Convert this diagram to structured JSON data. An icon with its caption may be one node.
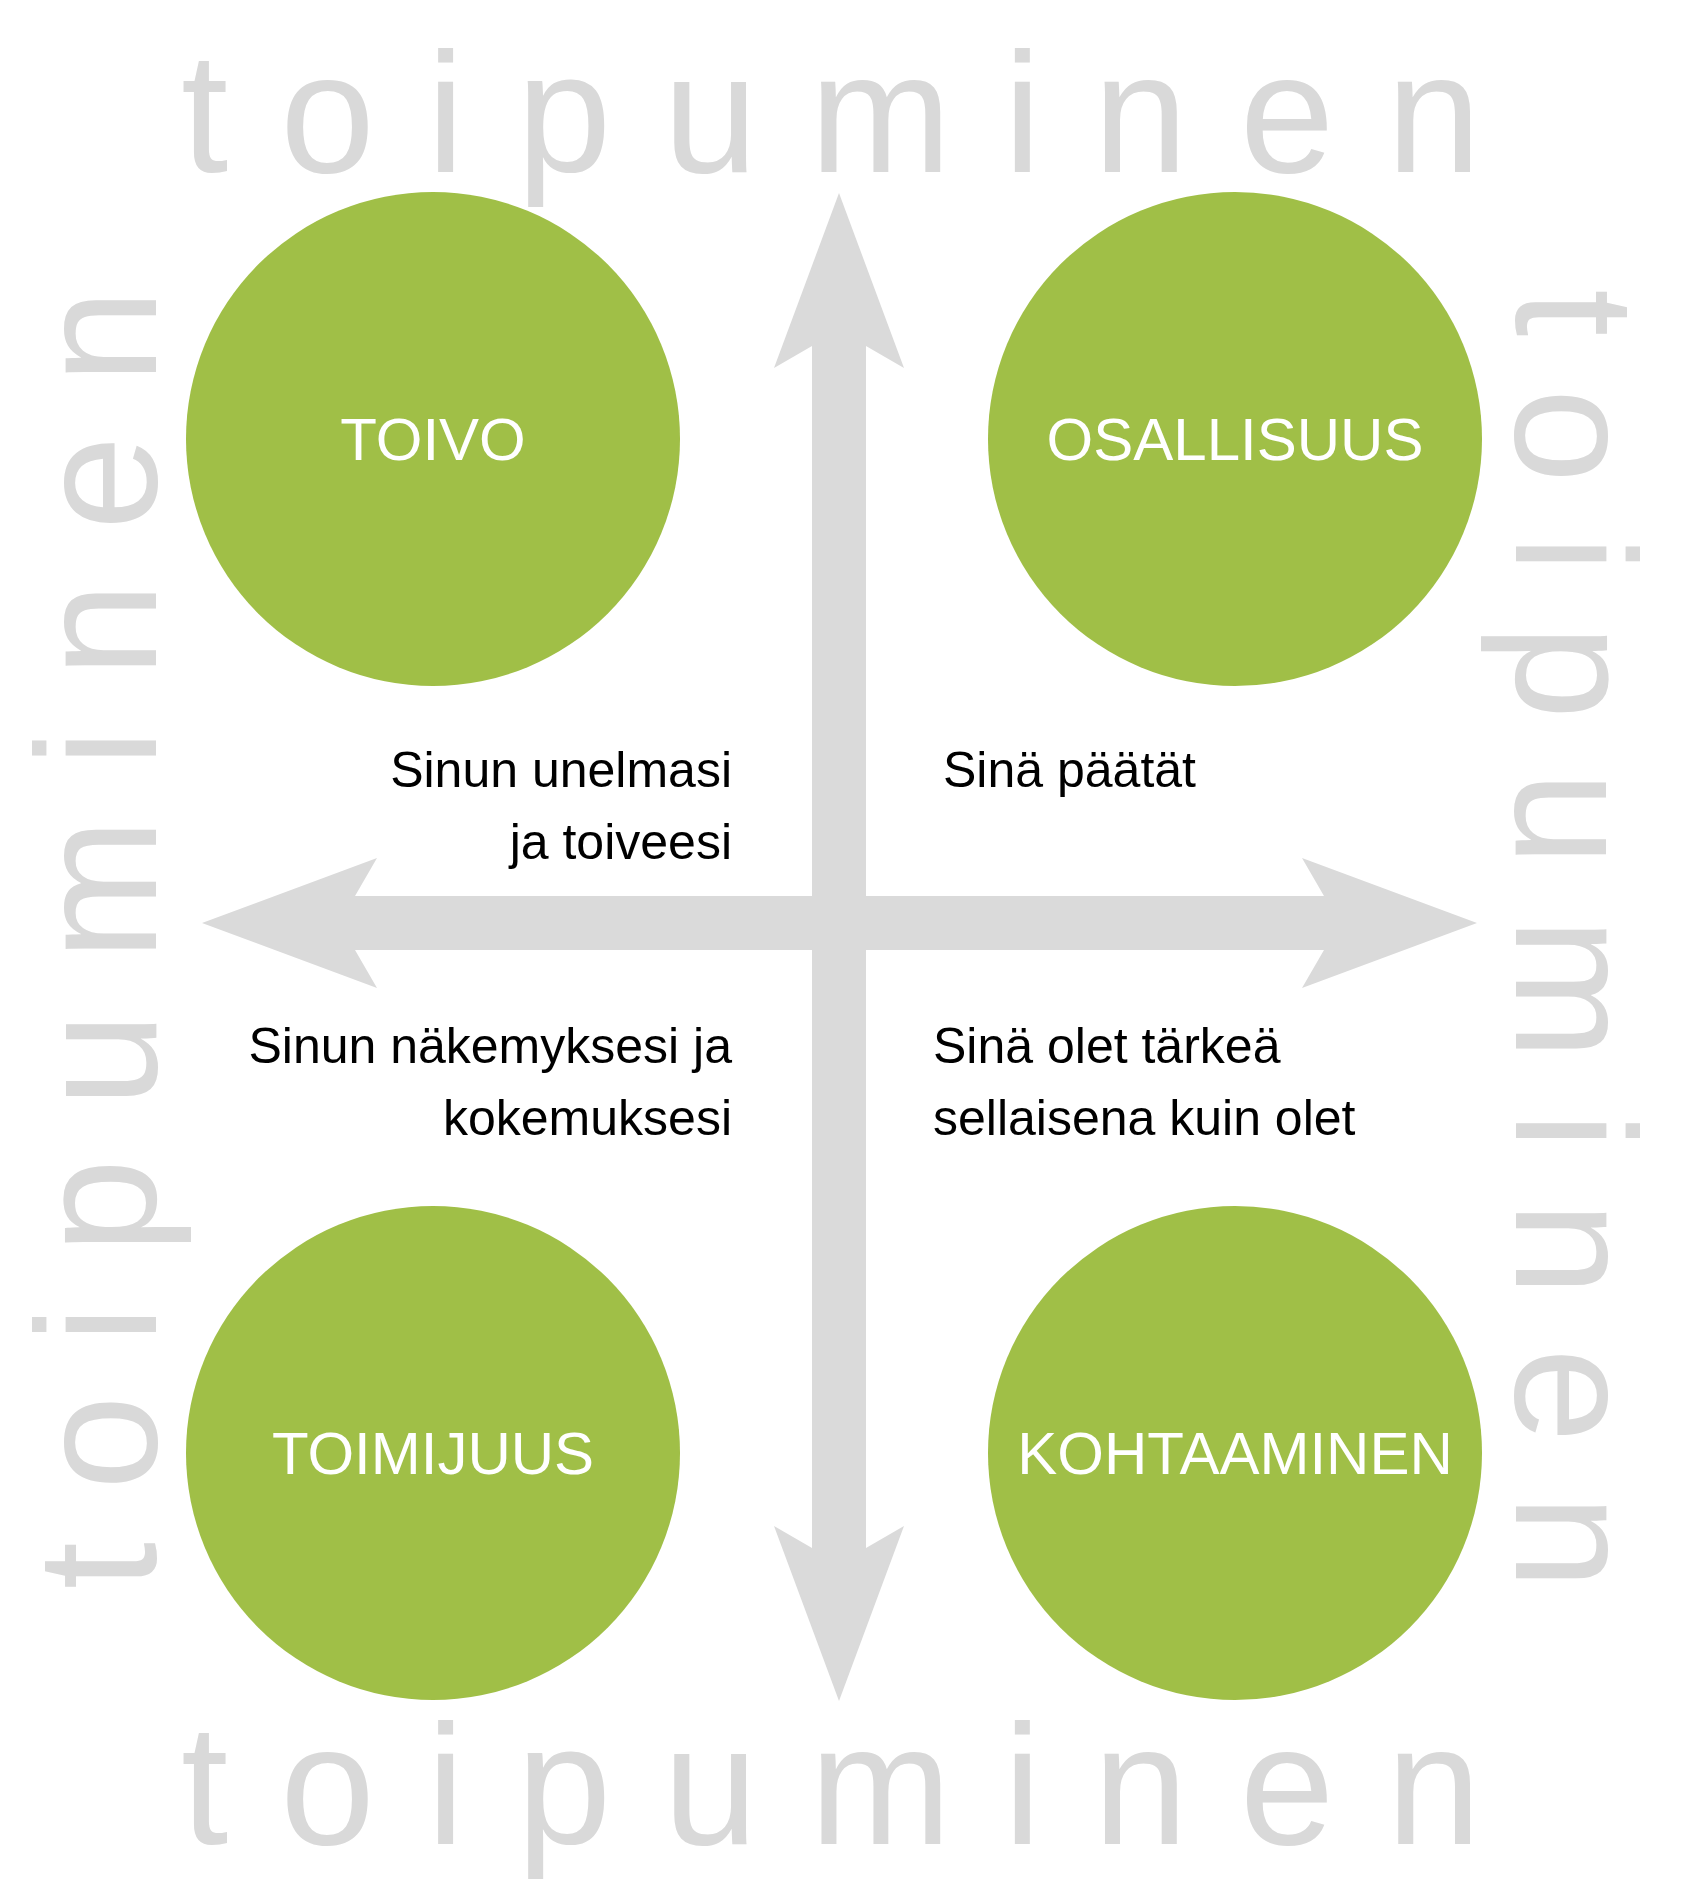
{
  "diagram": {
    "nodes": [
      {
        "text": [
          "TOIVO"
        ]
      },
      {
        "text": [
          "OSALLISUUS"
        ]
      },
      {
        "text": [
          "TOIMIJUUS"
        ]
      },
      {
        "text": [
          "KOHTAAMINEN"
        ]
      }
    ],
    "labels": [
      "toipuminen",
      "toipuminen",
      "toipuminen",
      "Sinun unelmasi ja toiveesi",
      "Sinä päätät",
      "Sinun näkemyksesi ja kokemuksesi",
      "Sinä olet tärkeä sellaisena kuin olet",
      "toipuminen"
    ]
  }
}
